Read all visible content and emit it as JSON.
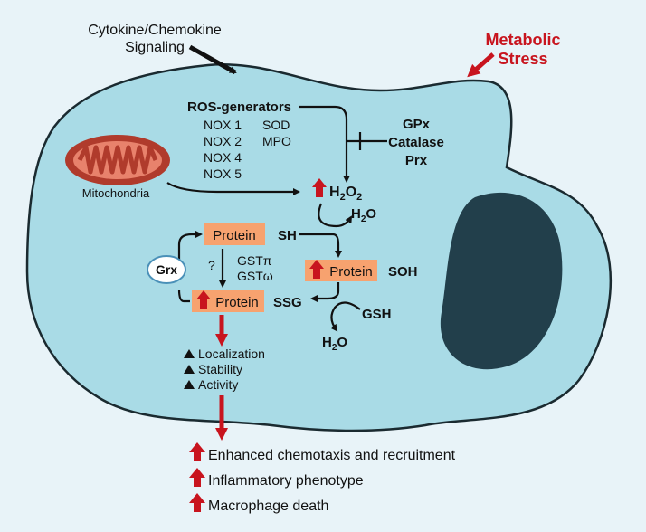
{
  "signals": {
    "cytokine_line1": "Cytokine/Chemokine",
    "cytokine_line2": "Signaling",
    "metabolic_line1": "Metabolic",
    "metabolic_line2": "Stress"
  },
  "ros": {
    "title": "ROS-generators",
    "col1": [
      "NOX 1",
      "NOX 2",
      "NOX 4",
      "NOX 5"
    ],
    "col2": [
      "SOD",
      "MPO"
    ]
  },
  "antioxidants": [
    "GPx",
    "Catalase",
    "Prx"
  ],
  "mitochondria_label": "Mitochondria",
  "species": {
    "h2o2": "H",
    "h2o2_sub1": "2",
    "h2o2_o": "O",
    "h2o2_sub2": "2",
    "h2o_top": "H",
    "h2o_top_sub": "2",
    "h2o_top_o": "O",
    "h2o_bottom": "H",
    "h2o_bottom_sub": "2",
    "h2o_bottom_o": "O",
    "gsh": "GSH"
  },
  "proteins": {
    "protein_sh": "Protein",
    "sh": "SH",
    "protein_soh": "Protein",
    "soh": "SOH",
    "protein_ssg": "Protein",
    "ssg": "SSG"
  },
  "enzymes": {
    "grx": "Grx",
    "question": "?",
    "gst_pi": "GSTπ",
    "gst_omega": "GSTω"
  },
  "effects": [
    "Localization",
    "Stability",
    "Activity"
  ],
  "outcomes": [
    "Enhanced chemotaxis and recruitment",
    "Inflammatory phenotype",
    "Macrophage death"
  ],
  "colors": {
    "cell": "#a9dbe6",
    "nucleus": "#223f4b",
    "protein_box": "#f7a26f",
    "accent_red": "#c8141e",
    "mito_outer": "#b03b2c",
    "mito_inner": "#e8826c"
  }
}
